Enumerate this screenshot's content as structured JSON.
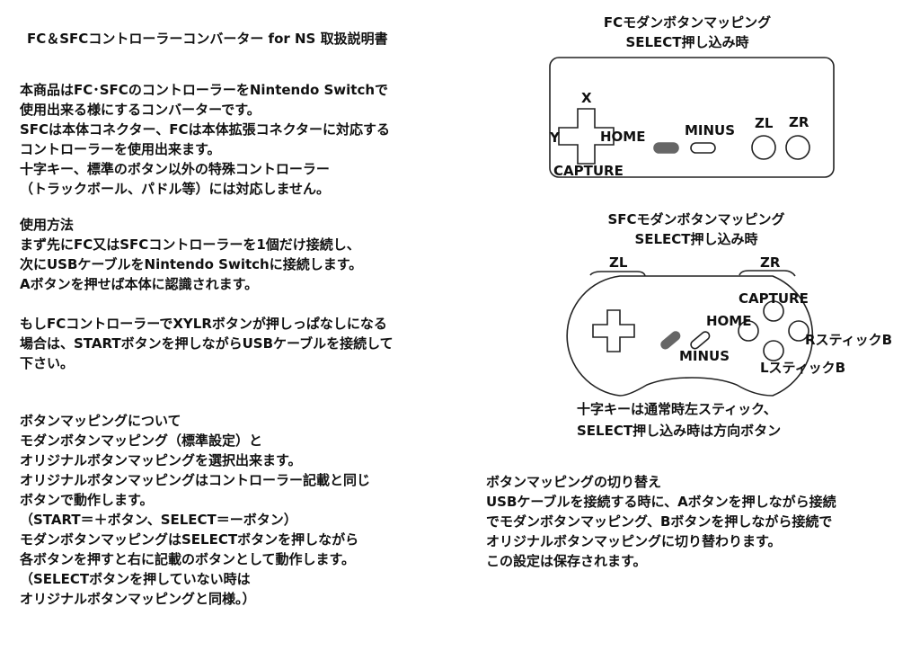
{
  "title": "FC＆SFCコントローラーコンバーター for NS 取扱説明書",
  "intro": [
    "本商品はFC･SFCのコントローラーをNintendo Switchで",
    "使用出来る様にするコンバーターです。",
    "SFCは本体コネクター、FCは本体拡張コネクターに対応する",
    "コントローラーを使用出来ます。",
    "十字キー、標準のボタン以外の特殊コントローラー",
    "（トラックボール、パドル等）には対応しません。"
  ],
  "usage": [
    "使用方法",
    "まず先にFC又はSFCコントローラーを1個だけ接続し、",
    "次にUSBケーブルをNintendo Switchに接続します。",
    "Aボタンを押せば本体に認識されます。"
  ],
  "note": [
    "もしFCコントローラーでXYLRボタンが押しっぱなしになる",
    "場合は、STARTボタンを押しながらUSBケーブルを接続して",
    "下さい。"
  ],
  "mapping": [
    "ボタンマッピングについて",
    "モダンボタンマッピング（標準設定）と",
    "オリジナルボタンマッピングを選択出来ます。",
    "オリジナルボタンマッピングはコントローラー記載と同じ",
    "ボタンで動作します。",
    "（START＝＋ボタン、SELECT＝ーボタン）",
    "モダンボタンマッピングはSELECTボタンを押しながら",
    "各ボタンを押すと右に記載のボタンとして動作します。",
    "（SELECTボタンを押していない時は",
    "オリジナルボタンマッピングと同様。）"
  ],
  "fc_diagram": {
    "title": [
      "FCモダンボタンマッピング",
      "SELECT押し込み時"
    ],
    "labels": {
      "x": "X",
      "y": "Y",
      "home": "HOME",
      "capture": "CAPTURE",
      "minus": "MINUS",
      "zl": "ZL",
      "zr": "ZR"
    }
  },
  "sfc_diagram": {
    "title": [
      "SFCモダンボタンマッピング",
      "SELECT押し込み時"
    ],
    "labels": {
      "zl": "ZL",
      "zr": "ZR",
      "capture": "CAPTURE",
      "home": "HOME",
      "minus": "MINUS",
      "rstick": "RスティックB",
      "lstick": "LスティックB"
    },
    "caption": [
      "十字キーは通常時左スティック、",
      "SELECT押し込み時は方向ボタン"
    ]
  },
  "switching": [
    "ボタンマッピングの切り替え",
    "USBケーブルを接続する時に、Aボタンを押しながら接続",
    "でモダンボタンマッピング、Bボタンを押しながら接続で",
    "オリジナルボタンマッピングに切り替わります。",
    "この設定は保存されます。"
  ]
}
